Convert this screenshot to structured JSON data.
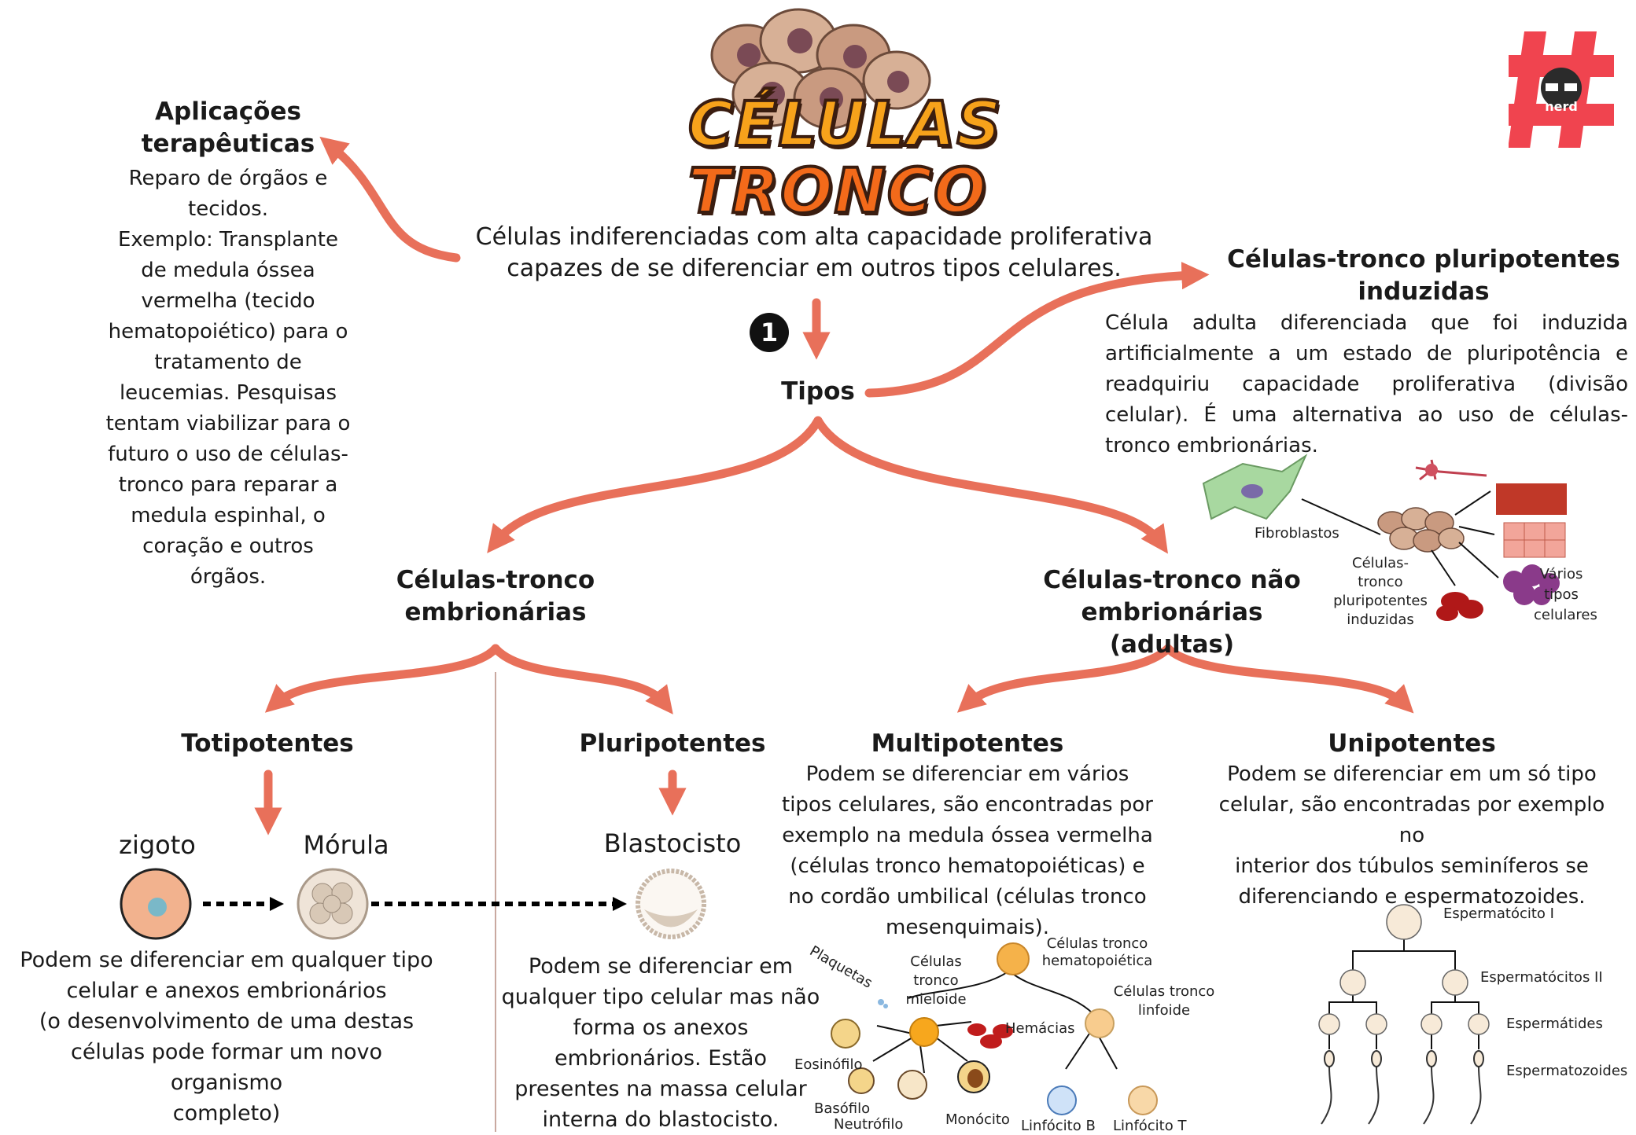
{
  "logo": {
    "line1": "CÉLULAS",
    "line2": "TRONCO",
    "badge": "nerd"
  },
  "definition": {
    "line1": "Células indiferenciadas com alta capacidade proliferativa",
    "line2": "capazes de se diferenciar em outros tipos celulares."
  },
  "step_number": "1",
  "types_label": "Tipos",
  "applications": {
    "title1": "Aplicações",
    "title2": "terapêuticas",
    "lines": [
      "Reparo de órgãos e",
      "tecidos.",
      "Exemplo: Transplante",
      "de medula óssea",
      "vermelha (tecido",
      "hematopoiético) para o",
      "tratamento de",
      "leucemias. Pesquisas",
      "tentam viabilizar para o",
      "futuro o uso de células-",
      "tronco para reparar a",
      "medula espinhal, o",
      "coração e outros",
      "órgãos."
    ]
  },
  "ipsc": {
    "title1": "Células-tronco pluripotentes",
    "title2": "induzidas",
    "lines": [
      "Célula adulta diferenciada que foi induzida",
      "artificialmente a um estado de pluripotência e",
      "readquiriu capacidade proliferativa (divisão",
      "celular). É uma alternativa ao uso de células-",
      "tronco embrionárias."
    ],
    "figure": {
      "fibroblast": "Fibroblastos",
      "cells": [
        "Células-",
        "tronco",
        "pluripotentes",
        "induzidas"
      ],
      "various": [
        "Vários",
        "tipos",
        "celulares"
      ]
    }
  },
  "embryonic": {
    "title1": "Células-tronco",
    "title2": "embrionárias"
  },
  "adult": {
    "title1": "Células-tronco não",
    "title2": "embrionárias (adultas)"
  },
  "totipotent": {
    "title": "Totipotentes",
    "zygote": "zigoto",
    "morula": "Mórula",
    "lines": [
      "Podem se diferenciar em qualquer tipo",
      "celular e anexos embrionários",
      "(o desenvolvimento de uma destas",
      "células pode formar um novo organismo",
      "completo)"
    ]
  },
  "pluripotent": {
    "title": "Pluripotentes",
    "blastocyst": "Blastocisto",
    "lines": [
      "Podem se diferenciar em",
      "qualquer tipo celular mas não",
      "forma os anexos",
      "embrionários. Estão",
      "presentes na massa celular",
      "interna do blastocisto."
    ]
  },
  "multipotent": {
    "title": "Multipotentes",
    "lines": [
      "Podem se diferenciar em vários",
      "tipos celulares, são encontradas por",
      "exemplo na medula óssea vermelha",
      "(células tronco hematopoiéticas) e",
      "no cordão umbilical (células tronco",
      "mesenquimais)."
    ],
    "figure": {
      "hsc": [
        "Células tronco",
        "hematopoiética"
      ],
      "myeloid": [
        "Células",
        "tronco",
        "mieloide"
      ],
      "platelets": "Plaquetas",
      "rbc": "Hemácias",
      "lymphoid": [
        "Células tronco",
        "linfoide"
      ],
      "eosinophil": "Eosinófilo",
      "basophil": "Basófilo",
      "neutrophil": "Neutrófilo",
      "monocyte": "Monócito",
      "lymph_b": "Linfócito B",
      "lymph_t": "Linfócito T"
    }
  },
  "unipotent": {
    "title": "Unipotentes",
    "lines": [
      "Podem se diferenciar em um só tipo",
      "celular, são encontradas por exemplo no",
      "interior dos túbulos seminíferos se",
      "diferenciando e espermatozoides."
    ],
    "figure": {
      "s1": "Espermatócito I",
      "s2": "Espermatócitos II",
      "s3": "Espermátides",
      "s4": "Espermatozoides"
    }
  },
  "colors": {
    "arrow": "#e8705a",
    "arrow_dark": "#e05a45",
    "logo_fill": "#f7a21b",
    "badge": "#f0444f"
  }
}
